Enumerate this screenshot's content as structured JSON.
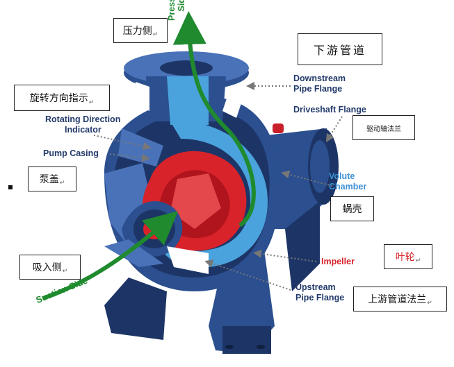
{
  "labels_cn": {
    "pressure_side": "压力侧",
    "downstream_pipe": "下游管道",
    "rotating_indicator": "旋转方向指示",
    "driveshaft_flange": "驱动轴法兰",
    "pump_casing": "泵盖",
    "volute": "蜗壳",
    "suction_side": "吸入侧",
    "impeller": "叶轮",
    "upstream_flange": "上游管道法兰"
  },
  "labels_en": {
    "pressure_side_1": "Pressure",
    "pressure_side_2": "Side",
    "downstream_1": "Downstream",
    "downstream_2": "Pipe Flange",
    "driveshaft": "Driveshaft Flange",
    "rotating_1": "Rotating Direction",
    "rotating_2": "Indicator",
    "pump_casing": "Pump Casing",
    "volute_1": "Volute",
    "volute_2": "Chamber",
    "impeller": "Impeller",
    "upstream_1": "Upstream",
    "upstream_2": "Pipe Flange",
    "suction_side": "Suction Side"
  },
  "return_mark": "↵",
  "colors": {
    "casing_blue": "#2b4f8f",
    "casing_dark": "#1d3566",
    "casing_light": "#4a72b8",
    "volute_cyan": "#4aa3dc",
    "impeller_red": "#d8232a",
    "flow_green": "#1f8a2e",
    "label_navy": "#223a6b",
    "volute_label": "#3b8fd4",
    "impeller_label": "#d8232a"
  }
}
